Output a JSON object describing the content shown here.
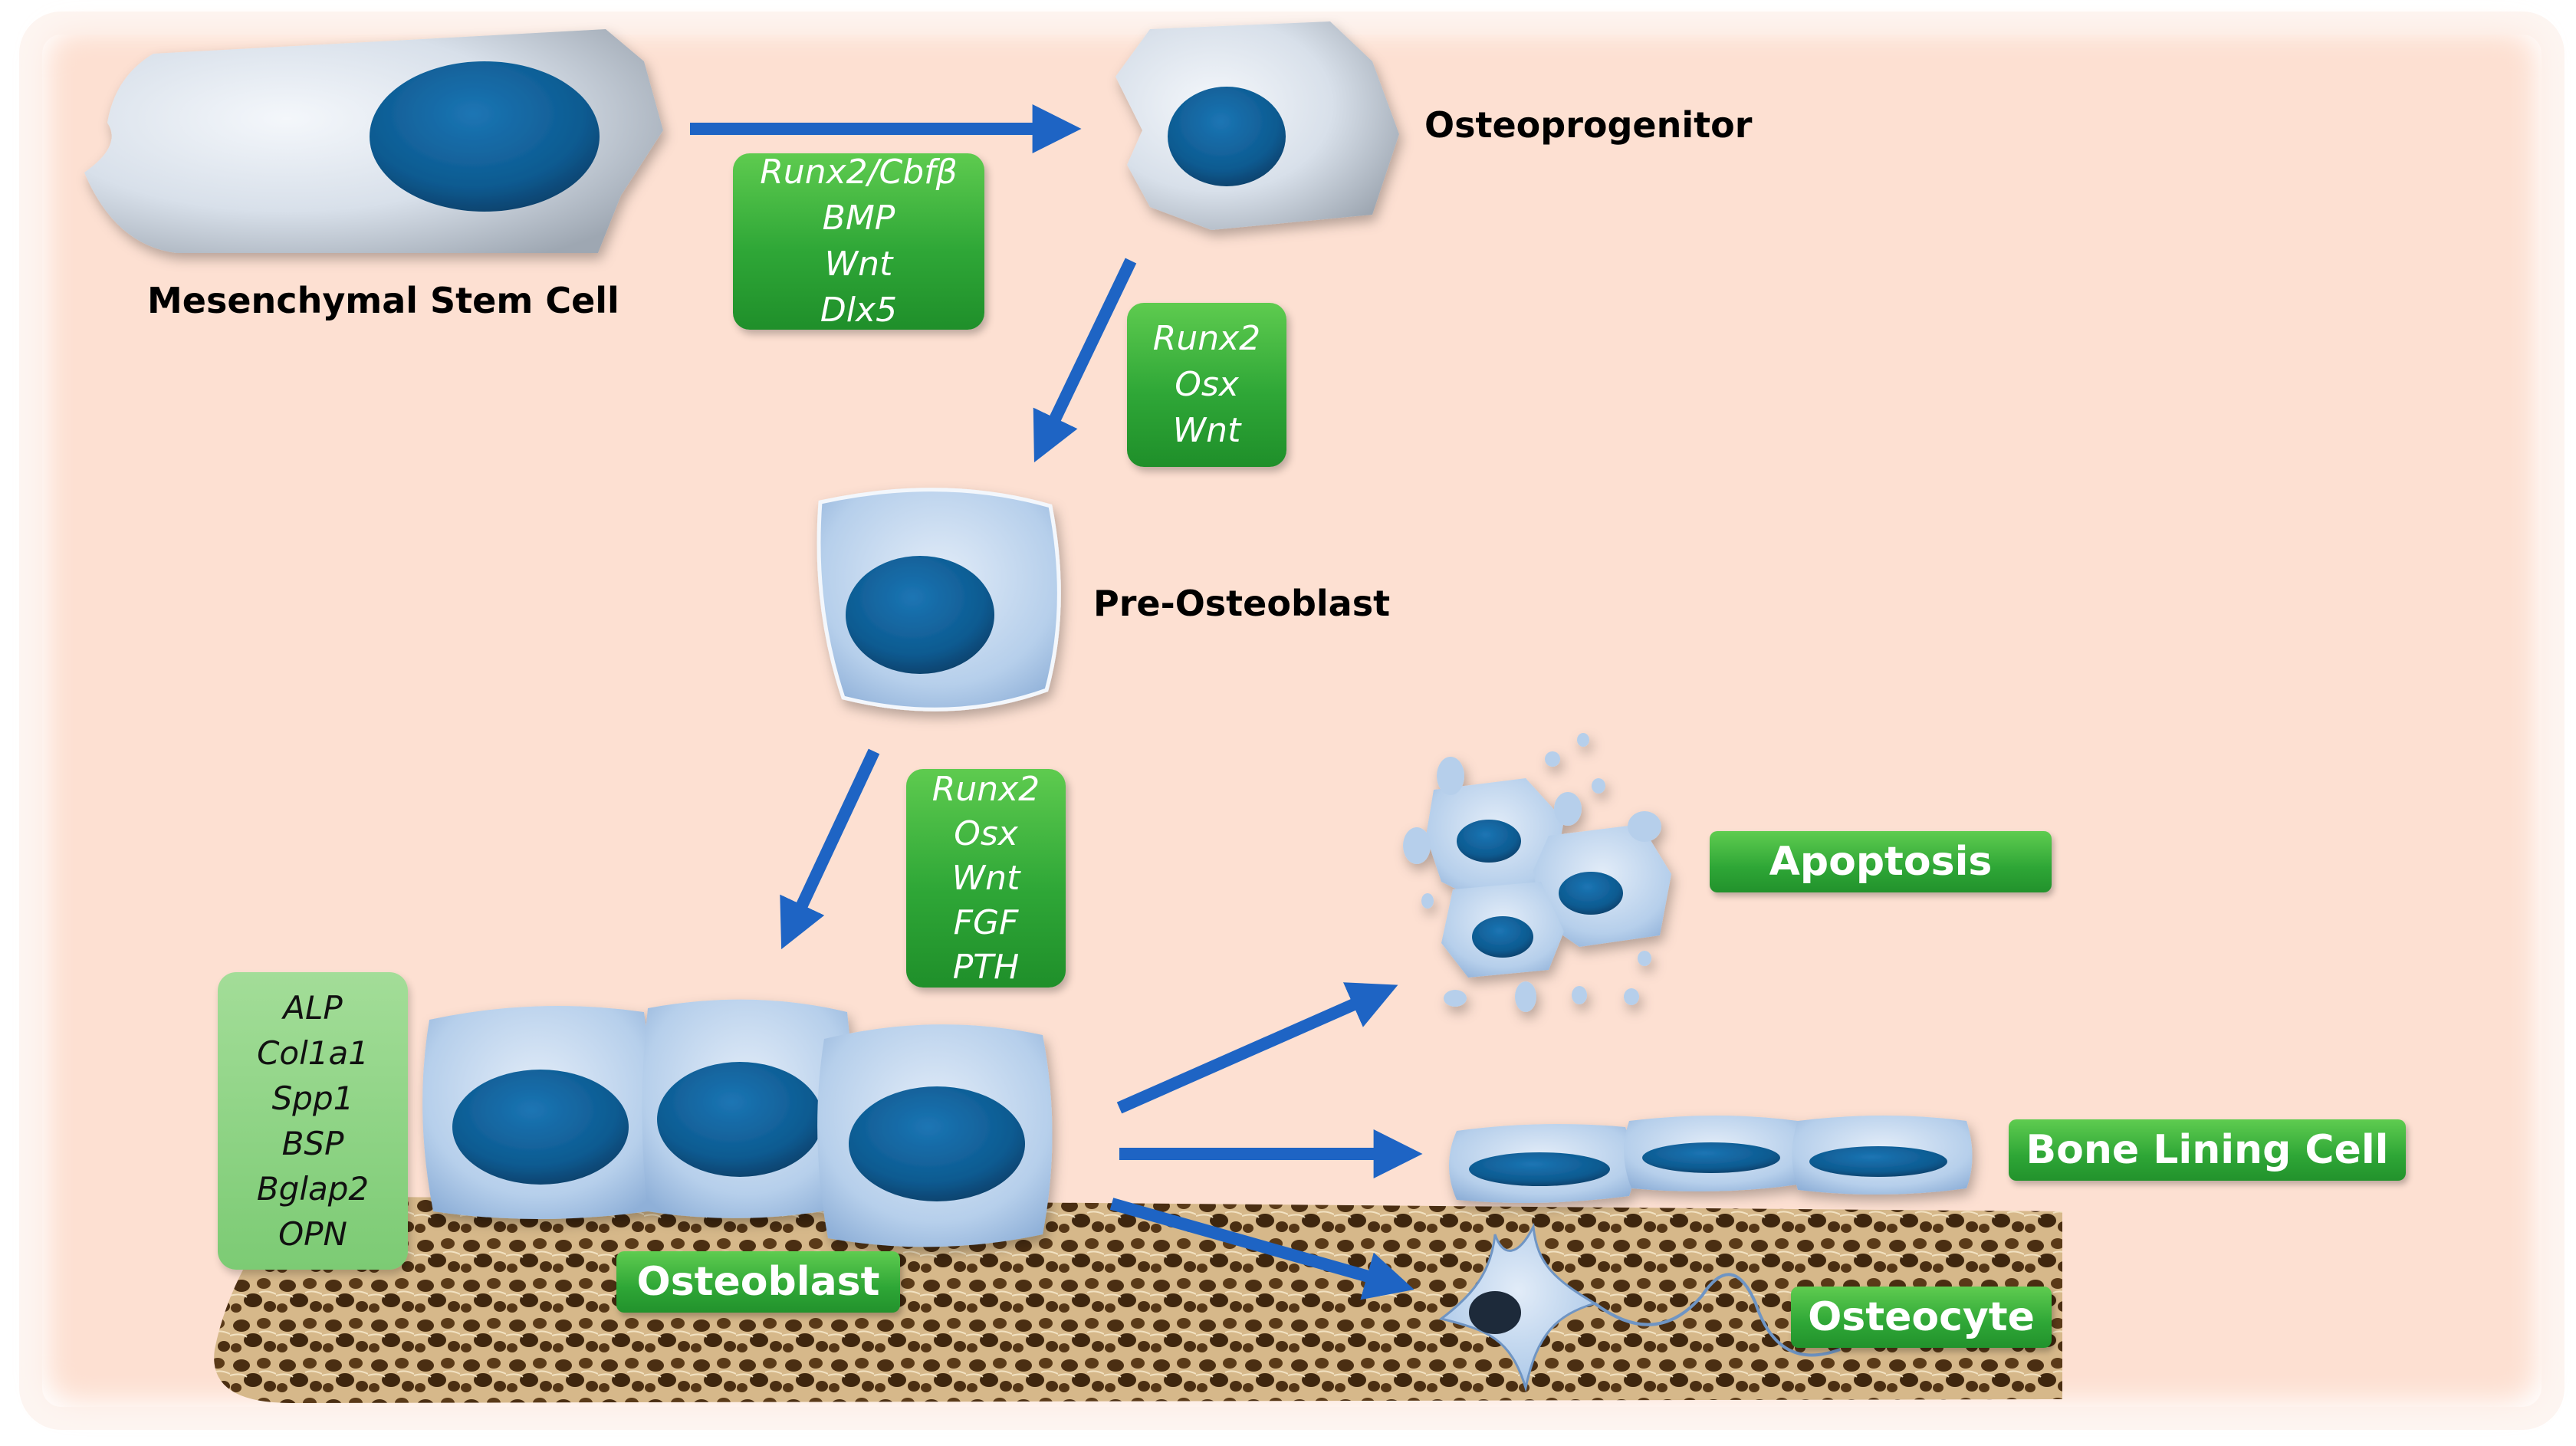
{
  "labels": {
    "msc": "Mesenchymal Stem Cell",
    "osteoprogenitor": "Osteoprogenitor",
    "pre_osteoblast": "Pre-Osteoblast"
  },
  "boxes": {
    "msc_to_progenitor": [
      "Runx2/Cbfβ",
      "BMP",
      "Wnt",
      "Dlx5"
    ],
    "progenitor_to_pre": [
      "Runx2",
      "Osx",
      "Wnt"
    ],
    "pre_to_osteoblast": [
      "Runx2",
      "Osx",
      "Wnt",
      "FGF",
      "PTH"
    ],
    "markers": [
      "ALP",
      "Col1a1",
      "Spp1",
      "BSP",
      "Bglap2",
      "OPN"
    ]
  },
  "tags": {
    "osteoblast": "Osteoblast",
    "apoptosis": "Apoptosis",
    "bone_lining": "Bone Lining Cell",
    "osteocyte": "Osteocyte"
  },
  "colors": {
    "background": "#fde0d2",
    "nucleus": "#0e5a8f",
    "cell_blue": "#b4cdea",
    "arrow": "#1e64c4",
    "green": "#2fa737",
    "bone": "#c9a77a",
    "up_arrow": "#f5a780"
  },
  "icons": {
    "marker_arrow": "up-arrow-icon"
  }
}
